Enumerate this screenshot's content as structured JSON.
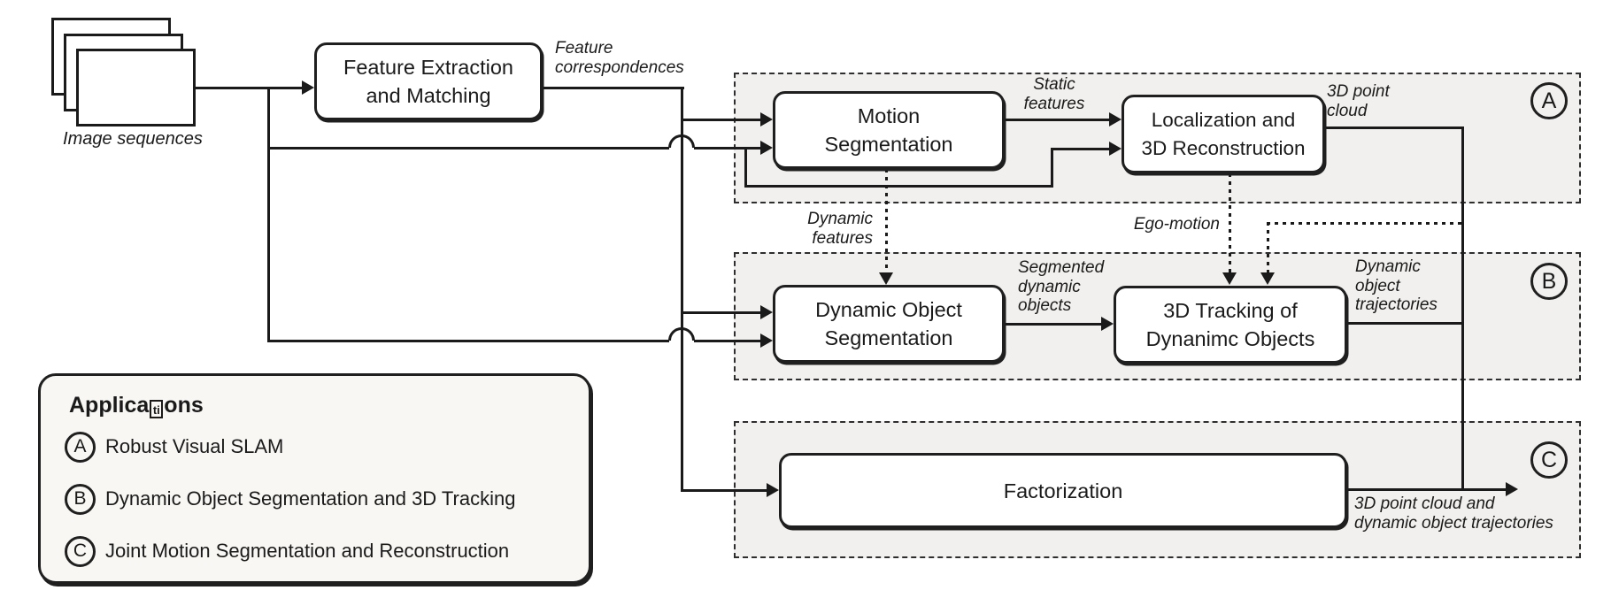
{
  "source": {
    "stack_label": "Image sequences"
  },
  "nodes": {
    "feature_extraction": {
      "line1": "Feature Extraction",
      "line2": "and Matching"
    },
    "motion_segmentation": {
      "line1": "Motion",
      "line2": "Segmentation"
    },
    "localization": {
      "line1": "Localization and",
      "line2": "3D Reconstruction"
    },
    "dynamic_object_segmentation": {
      "line1": "Dynamic Object",
      "line2": "Segmentation"
    },
    "tracking_3d": {
      "line1": "3D Tracking of",
      "line2": "Dynanimc Objects"
    },
    "factorization": {
      "label": "Factorization"
    }
  },
  "edge_labels": {
    "feature_correspondences": {
      "line1": "Feature",
      "line2": "correspondences"
    },
    "static_features": {
      "line1": "Static",
      "line2": "features"
    },
    "point_cloud": {
      "line1": "3D point",
      "line2": "cloud"
    },
    "dynamic_features": {
      "line1": "Dynamic",
      "line2": "features"
    },
    "ego_motion": {
      "line1": "Ego-motion"
    },
    "segmented_dynamic_objects": {
      "line1": "Segmented",
      "line2": "dynamic",
      "line3": "objects"
    },
    "dynamic_object_trajectories": {
      "line1": "Dynamic",
      "line2": "object",
      "line3": "trajectories"
    },
    "final_output": {
      "line1": "3D point cloud and",
      "line2": "dynamic object trajectories"
    }
  },
  "regions": {
    "a": {
      "badge": "A"
    },
    "b": {
      "badge": "B"
    },
    "c": {
      "badge": "C"
    }
  },
  "legend": {
    "title_prefix": "Applica",
    "title_ligature": "ti",
    "title_suffix": "ons",
    "items": [
      {
        "badge": "A",
        "text": "Robust Visual SLAM"
      },
      {
        "badge": "B",
        "text": "Dynamic Object Segmentation and 3D Tracking"
      },
      {
        "badge": "C",
        "text": "Joint Motion Segmentation and Reconstruction"
      }
    ]
  },
  "colors": {
    "line": "#1a1a1a",
    "region_fill": "#f1f0ee",
    "box_fill": "#ffffff",
    "legend_fill": "#f8f7f4"
  }
}
